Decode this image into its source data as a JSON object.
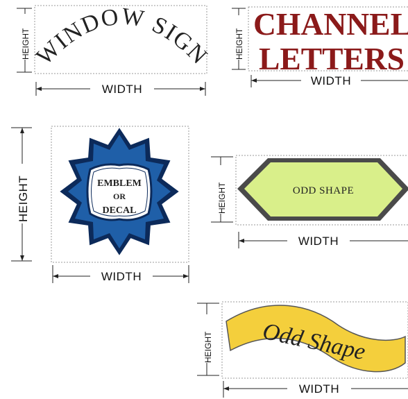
{
  "dimension_labels": {
    "width": "WIDTH",
    "height": "HEIGHT"
  },
  "window_sign": {
    "text": "WINDOW SIGN"
  },
  "channel_letters": {
    "line1": "CHANNEL",
    "line2": "LETTERS",
    "color": "#8b1a1a"
  },
  "emblem": {
    "line1": "EMBLEM",
    "line2": "OR",
    "line3": "DECAL",
    "blue": "#1f5fa8",
    "navy": "#0c2a5a"
  },
  "odd_shape_hex": {
    "text": "ODD SHAPE",
    "fill": "#d9ef8a"
  },
  "odd_shape_banner": {
    "text": "Odd Shape",
    "fill": "#f4cf3c"
  }
}
